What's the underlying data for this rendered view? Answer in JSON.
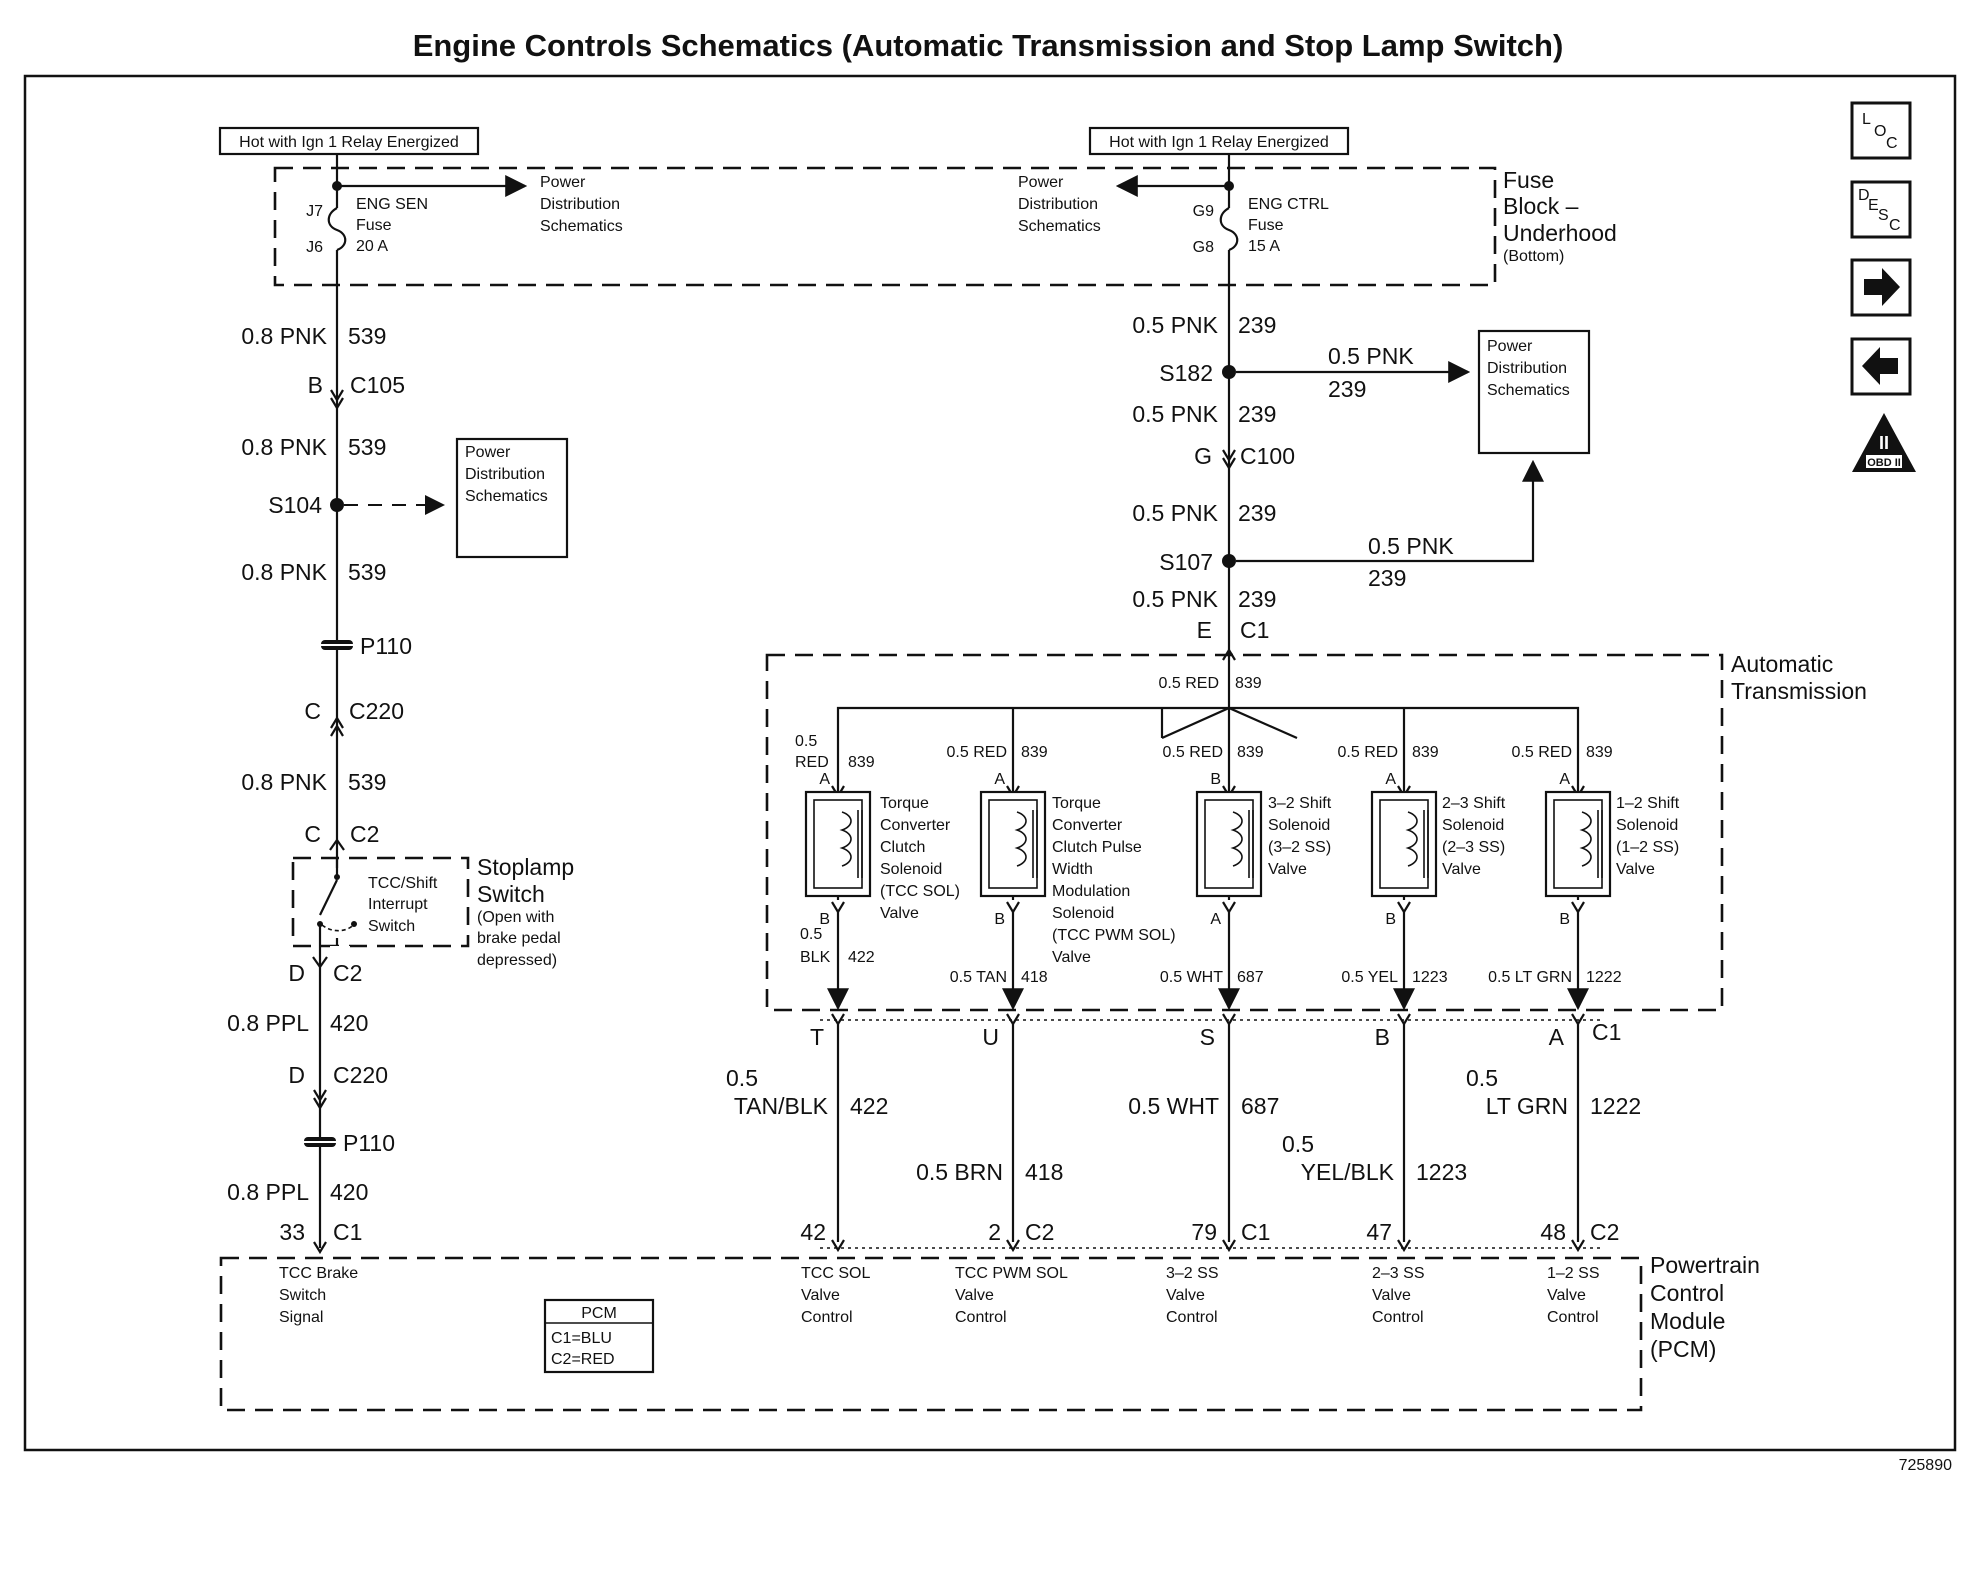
{
  "title": "Engine Controls Schematics (Automatic Transmission and Stop Lamp Switch)",
  "figure_id": "725890",
  "nav": {
    "loc_a": "L",
    "loc_b": "O",
    "loc_c": "C",
    "desc_a": "D",
    "desc_b": "E",
    "desc_c": "S",
    "desc_d": "C",
    "obd_numeral": "II",
    "obd_label": "OBD II"
  },
  "fuse_block": {
    "label_1": "Fuse",
    "label_2": "Block –",
    "label_3": "Underhood",
    "label_4": "(Bottom)",
    "hot_left": "Hot with Ign 1 Relay Energized",
    "hot_right": "Hot with Ign 1 Relay Energized",
    "left_fuse": {
      "pin_top": "J7",
      "pin_bot": "J6",
      "name_1": "ENG SEN",
      "name_2": "Fuse",
      "rating": "20 A"
    },
    "right_fuse": {
      "pin_top": "G9",
      "pin_bot": "G8",
      "name_1": "ENG CTRL",
      "name_2": "Fuse",
      "rating": "15 A"
    },
    "pds_left": [
      "Power",
      "Distribution",
      "Schematics"
    ],
    "pds_right": [
      "Power",
      "Distribution",
      "Schematics"
    ]
  },
  "left_circuit": {
    "w1_gauge": "0.8 PNK",
    "w1_num": "539",
    "c105_pin": "B",
    "c105": "C105",
    "w2_gauge": "0.8 PNK",
    "w2_num": "539",
    "s104": "S104",
    "pds_box": [
      "Power",
      "Distribution",
      "Schematics"
    ],
    "w3_gauge": "0.8 PNK",
    "w3_num": "539",
    "p110_a": "P110",
    "c220_pin_a": "C",
    "c220_a": "C220",
    "w4_gauge": "0.8 PNK",
    "w4_num": "539",
    "c2_pin_a": "C",
    "c2_a": "C2",
    "switch_name": [
      "TCC/Shift",
      "Interrupt",
      "Switch"
    ],
    "stoplamp": [
      "Stoplamp",
      "Switch"
    ],
    "stoplamp_note": [
      "(Open with",
      "brake pedal",
      "depressed)"
    ],
    "c2_pin_b": "D",
    "c2_b": "C2",
    "w5_gauge": "0.8 PPL",
    "w5_num": "420",
    "c220_pin_b": "D",
    "c220_b": "C220",
    "p110_b": "P110",
    "w6_gauge": "0.8 PPL",
    "w6_num": "420",
    "pcm_pin": "33",
    "pcm_conn": "C1"
  },
  "right_feed": {
    "w1_gauge": "0.5 PNK",
    "w1_num": "239",
    "s182": "S182",
    "branch_a_gauge": "0.5 PNK",
    "branch_a_num": "239",
    "w2_gauge": "0.5 PNK",
    "w2_num": "239",
    "c100_pin": "G",
    "c100": "C100",
    "w3_gauge": "0.5 PNK",
    "w3_num": "239",
    "s107": "S107",
    "branch_b_gauge": "0.5 PNK",
    "branch_b_num": "239",
    "w4_gauge": "0.5 PNK",
    "w4_num": "239",
    "c1_pin": "E",
    "c1": "C1",
    "pds_box": [
      "Power",
      "Distribution",
      "Schematics"
    ]
  },
  "transmission": {
    "label_1": "Automatic",
    "label_2": "Transmission",
    "feed_gauge": "0.5 RED",
    "feed_num": "839",
    "solenoids": [
      {
        "in_gauge_a": "0.5",
        "in_gauge_b": "RED",
        "in_num": "839",
        "pin_top": "A",
        "pin_bot": "B",
        "name": [
          "Torque",
          "Converter",
          "Clutch",
          "Solenoid",
          "(TCC SOL)",
          "Valve"
        ],
        "out_gauge_a": "0.5",
        "out_gauge_b": "BLK",
        "out_num": "422"
      },
      {
        "in_gauge": "0.5 RED",
        "in_num": "839",
        "pin_top": "A",
        "pin_bot": "B",
        "name": [
          "Torque",
          "Converter",
          "Clutch Pulse",
          "Width",
          "Modulation",
          "Solenoid",
          "(TCC PWM SOL)",
          "Valve"
        ],
        "out_gauge": "0.5 TAN",
        "out_num": "418"
      },
      {
        "in_gauge": "0.5 RED",
        "in_num": "839",
        "pin_top": "B",
        "pin_bot": "A",
        "name": [
          "3–2 Shift",
          "Solenoid",
          "(3–2 SS)",
          "Valve"
        ],
        "out_gauge": "0.5 WHT",
        "out_num": "687"
      },
      {
        "in_gauge": "0.5 RED",
        "in_num": "839",
        "pin_top": "A",
        "pin_bot": "B",
        "name": [
          "2–3 Shift",
          "Solenoid",
          "(2–3 SS)",
          "Valve"
        ],
        "out_gauge": "0.5 YEL",
        "out_num": "1223"
      },
      {
        "in_gauge": "0.5 RED",
        "in_num": "839",
        "pin_top": "A",
        "pin_bot": "B",
        "name": [
          "1–2 Shift",
          "Solenoid",
          "(1–2 SS)",
          "Valve"
        ],
        "out_gauge": "0.5 LT GRN",
        "out_num": "1222"
      }
    ],
    "c1_pins": [
      "T",
      "U",
      "S",
      "B",
      "A"
    ],
    "c1": "C1"
  },
  "harness": [
    {
      "gauge_a": "0.5",
      "gauge_b": "TAN/BLK",
      "num": "422",
      "pcm_pin": "42",
      "pcm_conn": ""
    },
    {
      "gauge": "0.5 BRN",
      "num": "418",
      "pcm_pin": "2",
      "pcm_conn": "C2"
    },
    {
      "gauge": "0.5 WHT",
      "num": "687",
      "pcm_pin": "79",
      "pcm_conn": "C1"
    },
    {
      "gauge_a": "0.5",
      "gauge_b": "YEL/BLK",
      "num": "1223",
      "pcm_pin": "47",
      "pcm_conn": ""
    },
    {
      "gauge_a": "0.5",
      "gauge_b": "LT GRN",
      "num": "1222",
      "pcm_pin": "48",
      "pcm_conn": "C2"
    }
  ],
  "pcm": {
    "label": [
      "Powertrain",
      "Control",
      "Module",
      "(PCM)"
    ],
    "legend_title": "PCM",
    "legend_c1": "C1=BLU",
    "legend_c2": "C2=RED",
    "signals": [
      [
        "TCC Brake",
        "Switch",
        "Signal"
      ],
      [
        "TCC SOL",
        "Valve",
        "Control"
      ],
      [
        "TCC PWM SOL",
        "Valve",
        "Control"
      ],
      [
        "3–2 SS",
        "Valve",
        "Control"
      ],
      [
        "2–3 SS",
        "Valve",
        "Control"
      ],
      [
        "1–2 SS",
        "Valve",
        "Control"
      ]
    ]
  }
}
